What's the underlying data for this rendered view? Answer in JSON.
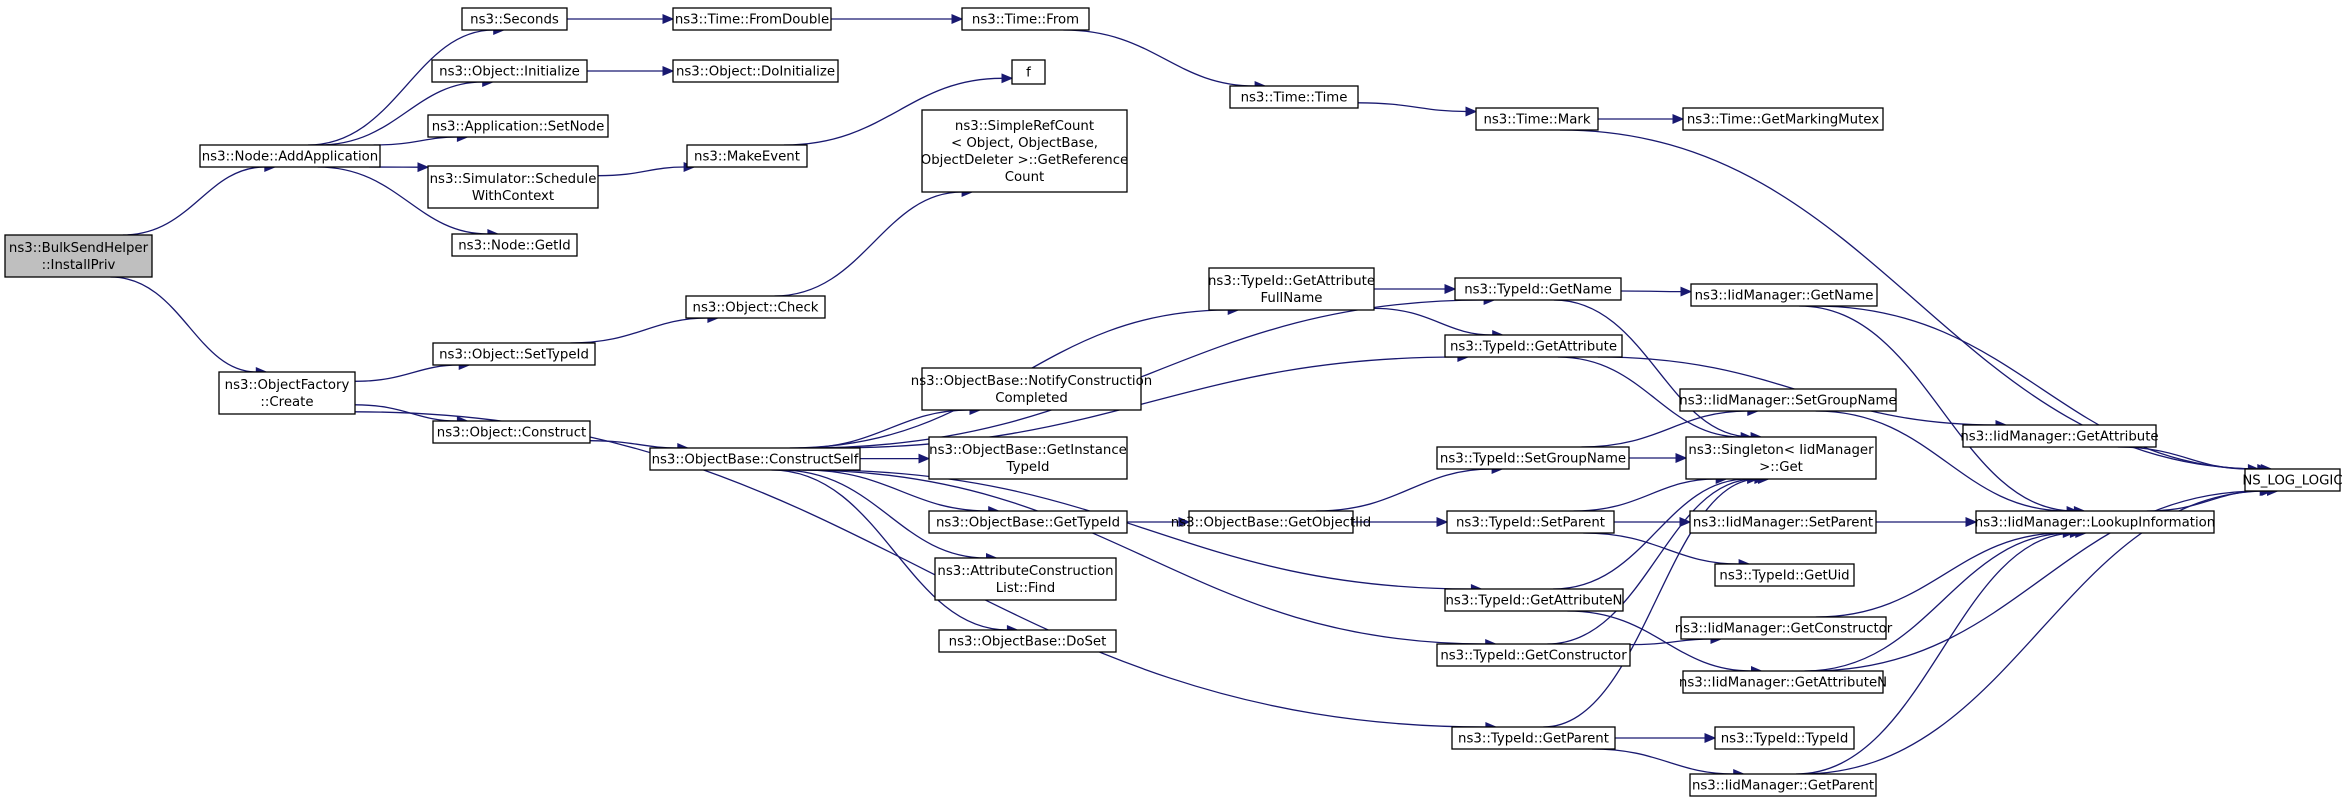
{
  "graph": {
    "colors": {
      "edge": "#191970",
      "root_fill": "#bfbfbf",
      "node_fill": "#ffffff",
      "border": "#000000"
    },
    "nodes": [
      {
        "id": "bulk",
        "lines": [
          "ns3::BulkSendHelper",
          "::InstallPriv"
        ],
        "root": true
      },
      {
        "id": "addapp",
        "lines": [
          "ns3::Node::AddApplication"
        ]
      },
      {
        "id": "seconds",
        "lines": [
          "ns3::Seconds"
        ]
      },
      {
        "id": "initialize",
        "lines": [
          "ns3::Object::Initialize"
        ]
      },
      {
        "id": "setnode",
        "lines": [
          "ns3::Application::SetNode"
        ]
      },
      {
        "id": "schedule",
        "lines": [
          "ns3::Simulator::Schedule",
          "WithContext"
        ]
      },
      {
        "id": "getid",
        "lines": [
          "ns3::Node::GetId"
        ]
      },
      {
        "id": "fromdouble",
        "lines": [
          "ns3::Time::FromDouble"
        ]
      },
      {
        "id": "doinitialize",
        "lines": [
          "ns3::Object::DoInitialize"
        ]
      },
      {
        "id": "makeevent",
        "lines": [
          "ns3::MakeEvent"
        ]
      },
      {
        "id": "from",
        "lines": [
          "ns3::Time::From"
        ]
      },
      {
        "id": "f",
        "lines": [
          "f"
        ]
      },
      {
        "id": "getrefcount",
        "lines": [
          "ns3::SimpleRefCount",
          "< Object, ObjectBase,",
          " ObjectDeleter >::GetReference",
          "Count"
        ]
      },
      {
        "id": "timetime",
        "lines": [
          "ns3::Time::Time"
        ]
      },
      {
        "id": "timemark",
        "lines": [
          "ns3::Time::Mark"
        ]
      },
      {
        "id": "getmarkingmutex",
        "lines": [
          "ns3::Time::GetMarkingMutex"
        ]
      },
      {
        "id": "ofcreate",
        "lines": [
          "ns3::ObjectFactory",
          "::Create"
        ]
      },
      {
        "id": "settypeid",
        "lines": [
          "ns3::Object::SetTypeId"
        ]
      },
      {
        "id": "objcheck",
        "lines": [
          "ns3::Object::Check"
        ]
      },
      {
        "id": "construct",
        "lines": [
          "ns3::Object::Construct"
        ]
      },
      {
        "id": "constructself",
        "lines": [
          "ns3::ObjectBase::ConstructSelf"
        ]
      },
      {
        "id": "notify",
        "lines": [
          "ns3::ObjectBase::NotifyConstruction",
          "Completed"
        ]
      },
      {
        "id": "getinstance",
        "lines": [
          "ns3::ObjectBase::GetInstance",
          "TypeId"
        ]
      },
      {
        "id": "ob_gettypeid",
        "lines": [
          "ns3::ObjectBase::GetTypeId"
        ]
      },
      {
        "id": "aclfind",
        "lines": [
          "ns3::AttributeConstruction",
          "List::Find"
        ]
      },
      {
        "id": "doset",
        "lines": [
          "ns3::ObjectBase::DoSet"
        ]
      },
      {
        "id": "getobjectiid",
        "lines": [
          "ns3::ObjectBase::GetObjectIid"
        ]
      },
      {
        "id": "tid_getattrfull",
        "lines": [
          "ns3::TypeId::GetAttribute",
          "FullName"
        ]
      },
      {
        "id": "tid_getname",
        "lines": [
          "ns3::TypeId::GetName"
        ]
      },
      {
        "id": "tid_getattr",
        "lines": [
          "ns3::TypeId::GetAttribute"
        ]
      },
      {
        "id": "tid_setgroup",
        "lines": [
          "ns3::TypeId::SetGroupName"
        ]
      },
      {
        "id": "tid_setparent",
        "lines": [
          "ns3::TypeId::SetParent"
        ]
      },
      {
        "id": "tid_getattrn",
        "lines": [
          "ns3::TypeId::GetAttributeN"
        ]
      },
      {
        "id": "tid_getctor",
        "lines": [
          "ns3::TypeId::GetConstructor"
        ]
      },
      {
        "id": "tid_getparent",
        "lines": [
          "ns3::TypeId::GetParent"
        ]
      },
      {
        "id": "iid_getname",
        "lines": [
          "ns3::IidManager::GetName"
        ]
      },
      {
        "id": "iid_setgroup",
        "lines": [
          "ns3::IidManager::SetGroupName"
        ]
      },
      {
        "id": "singleton",
        "lines": [
          "ns3::Singleton< IidManager",
          " >::Get"
        ]
      },
      {
        "id": "iid_getattr",
        "lines": [
          "ns3::IidManager::GetAttribute"
        ]
      },
      {
        "id": "iid_setparent",
        "lines": [
          "ns3::IidManager::SetParent"
        ]
      },
      {
        "id": "tid_getuid",
        "lines": [
          "ns3::TypeId::GetUid"
        ]
      },
      {
        "id": "iid_getctor",
        "lines": [
          "ns3::IidManager::GetConstructor"
        ]
      },
      {
        "id": "iid_getattrn",
        "lines": [
          "ns3::IidManager::GetAttributeN"
        ]
      },
      {
        "id": "tid_typeid",
        "lines": [
          "ns3::TypeId::TypeId"
        ]
      },
      {
        "id": "iid_getparent",
        "lines": [
          "ns3::IidManager::GetParent"
        ]
      },
      {
        "id": "iid_lookup",
        "lines": [
          "ns3::IidManager::LookupInformation"
        ]
      },
      {
        "id": "nslog",
        "lines": [
          "NS_LOG_LOGIC"
        ]
      }
    ]
  }
}
